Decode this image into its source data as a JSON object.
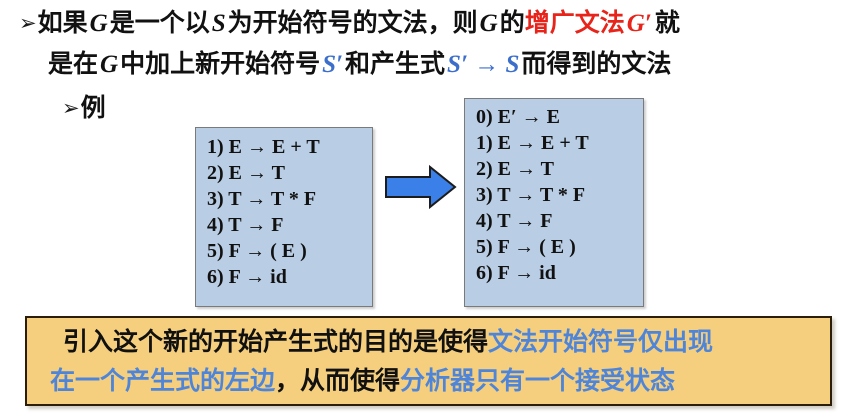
{
  "slide": {
    "statement": {
      "bullet_glyph": "➢",
      "line1": [
        {
          "t": "如果",
          "style": "cn-black"
        },
        {
          "t": "G",
          "style": "lat-black"
        },
        {
          "t": "是一个以",
          "style": "cn-black"
        },
        {
          "t": "S",
          "style": "lat-black"
        },
        {
          "t": "为开始符号的文法，则",
          "style": "cn-black"
        },
        {
          "t": "G",
          "style": "lat-black"
        },
        {
          "t": "的",
          "style": "cn-black"
        },
        {
          "t": "增广文法",
          "style": "cn-red"
        },
        {
          "t": "G′",
          "style": "lat-red"
        },
        {
          "t": "就",
          "style": "cn-black"
        }
      ],
      "line2": [
        {
          "t": "是在",
          "style": "cn-black"
        },
        {
          "t": "G",
          "style": "lat-black"
        },
        {
          "t": "中加上新开始符号",
          "style": "cn-black"
        },
        {
          "t": "S′",
          "style": "lat-blue"
        },
        {
          "t": "和产生式",
          "style": "cn-black"
        },
        {
          "t": "S′ → S",
          "style": "lat-blue"
        },
        {
          "t": "而得到的文法",
          "style": "cn-black"
        }
      ],
      "example_label": "例"
    },
    "grammar_original": {
      "title": "original-grammar",
      "rules": [
        {
          "num": "1)",
          "lhs": "E",
          "rhs": "E + T"
        },
        {
          "num": "2)",
          "lhs": "E",
          "rhs": "T"
        },
        {
          "num": "3)",
          "lhs": "T",
          "rhs": "T * F"
        },
        {
          "num": "4)",
          "lhs": "T",
          "rhs": "F"
        },
        {
          "num": "5)",
          "lhs": "F",
          "rhs": "( E )"
        },
        {
          "num": "6)",
          "lhs": "F",
          "rhs": "id"
        }
      ],
      "lines": [
        "1) E → E + T",
        "2) E → T",
        "3) T → T * F",
        "4) T → F",
        "5) F  → ( E )",
        "6) F  → id"
      ]
    },
    "grammar_augmented": {
      "title": "augmented-grammar",
      "rules": [
        {
          "num": "0)",
          "lhs": "E′",
          "rhs": "E"
        },
        {
          "num": "1)",
          "lhs": "E",
          "rhs": "E + T"
        },
        {
          "num": "2)",
          "lhs": "E",
          "rhs": "T"
        },
        {
          "num": "3)",
          "lhs": "T",
          "rhs": "T * F"
        },
        {
          "num": "4)",
          "lhs": "T",
          "rhs": "F"
        },
        {
          "num": "5)",
          "lhs": "F",
          "rhs": "( E )"
        },
        {
          "num": "6)",
          "lhs": "F",
          "rhs": "id"
        }
      ],
      "lines": [
        "0) E′ → E",
        "1) E → E + T",
        "2) E → T",
        "3) T → T * F",
        "4) T → F",
        "5) F  → ( E )",
        "6) F  → id"
      ]
    },
    "arrow": {
      "name": "right-arrow",
      "color": "#3a80e8",
      "outline": "#1a1a1a"
    },
    "conclusion": {
      "line1": [
        {
          "t": "引入这个新的开始产生式的目的是使得",
          "style": "cn-black"
        },
        {
          "t": "文法开始符号仅出现",
          "style": "cn-lblue"
        }
      ],
      "line2": [
        {
          "t": "在一个产生式的左边",
          "style": "cn-lblue"
        },
        {
          "t": "，从而使得",
          "style": "cn-black"
        },
        {
          "t": "分析器只有一个接受状态",
          "style": "cn-lblue"
        }
      ]
    },
    "colors": {
      "box_fill": "#b9cde5",
      "box_border": "#7a7a7a",
      "callout_fill": "#f5cf7e",
      "callout_border": "#2b1d08",
      "accent_red": "#e8231a",
      "accent_blue": "#3c6fcc",
      "accent_lightblue": "#4e85d8",
      "arrow_blue": "#3a80e8"
    }
  }
}
